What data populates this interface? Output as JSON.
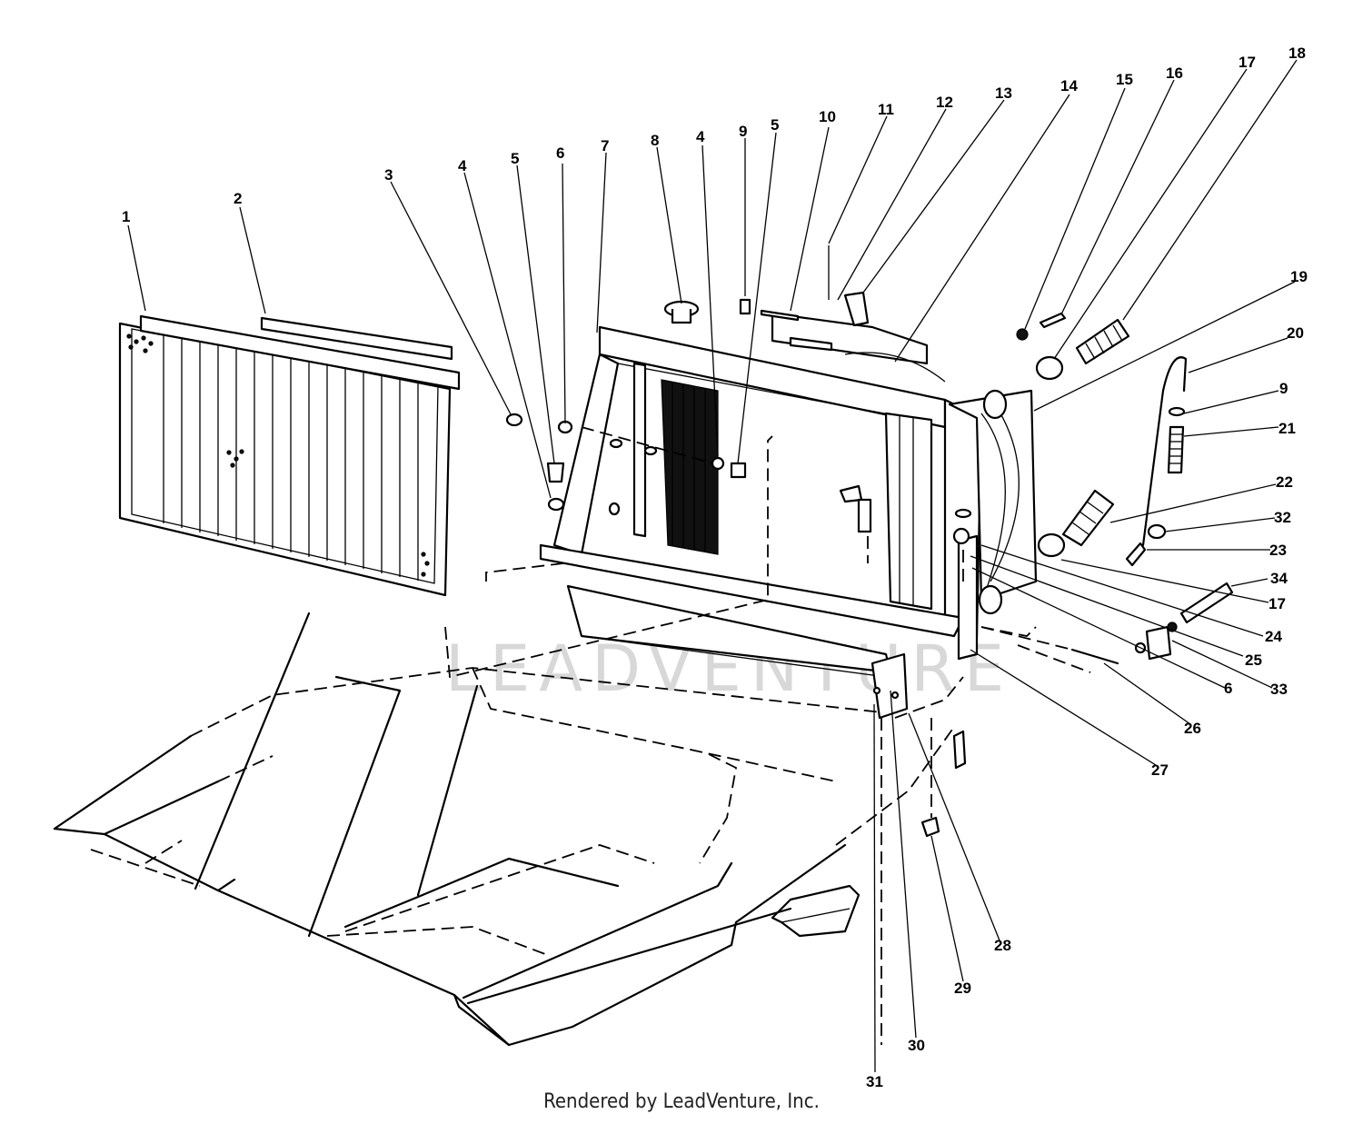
{
  "footer": {
    "text": "Rendered by LeadVenture, Inc."
  },
  "watermark": {
    "text": "LEADVENTURE"
  },
  "callouts": [
    {
      "id": "1",
      "label": "1"
    },
    {
      "id": "2",
      "label": "2"
    },
    {
      "id": "3",
      "label": "3"
    },
    {
      "id": "4a",
      "label": "4"
    },
    {
      "id": "5a",
      "label": "5"
    },
    {
      "id": "6a",
      "label": "6"
    },
    {
      "id": "7",
      "label": "7"
    },
    {
      "id": "8",
      "label": "8"
    },
    {
      "id": "4b",
      "label": "4"
    },
    {
      "id": "9a",
      "label": "9"
    },
    {
      "id": "5b",
      "label": "5"
    },
    {
      "id": "10",
      "label": "10"
    },
    {
      "id": "11",
      "label": "11"
    },
    {
      "id": "12",
      "label": "12"
    },
    {
      "id": "13",
      "label": "13"
    },
    {
      "id": "14",
      "label": "14"
    },
    {
      "id": "15",
      "label": "15"
    },
    {
      "id": "16",
      "label": "16"
    },
    {
      "id": "17a",
      "label": "17"
    },
    {
      "id": "18",
      "label": "18"
    },
    {
      "id": "19",
      "label": "19"
    },
    {
      "id": "20",
      "label": "20"
    },
    {
      "id": "9b",
      "label": "9"
    },
    {
      "id": "21",
      "label": "21"
    },
    {
      "id": "22",
      "label": "22"
    },
    {
      "id": "32",
      "label": "32"
    },
    {
      "id": "23",
      "label": "23"
    },
    {
      "id": "34",
      "label": "34"
    },
    {
      "id": "17b",
      "label": "17"
    },
    {
      "id": "24",
      "label": "24"
    },
    {
      "id": "25",
      "label": "25"
    },
    {
      "id": "6b",
      "label": "6"
    },
    {
      "id": "33",
      "label": "33"
    },
    {
      "id": "26",
      "label": "26"
    },
    {
      "id": "27",
      "label": "27"
    },
    {
      "id": "28",
      "label": "28"
    },
    {
      "id": "29",
      "label": "29"
    },
    {
      "id": "30",
      "label": "30"
    },
    {
      "id": "31",
      "label": "31"
    }
  ]
}
